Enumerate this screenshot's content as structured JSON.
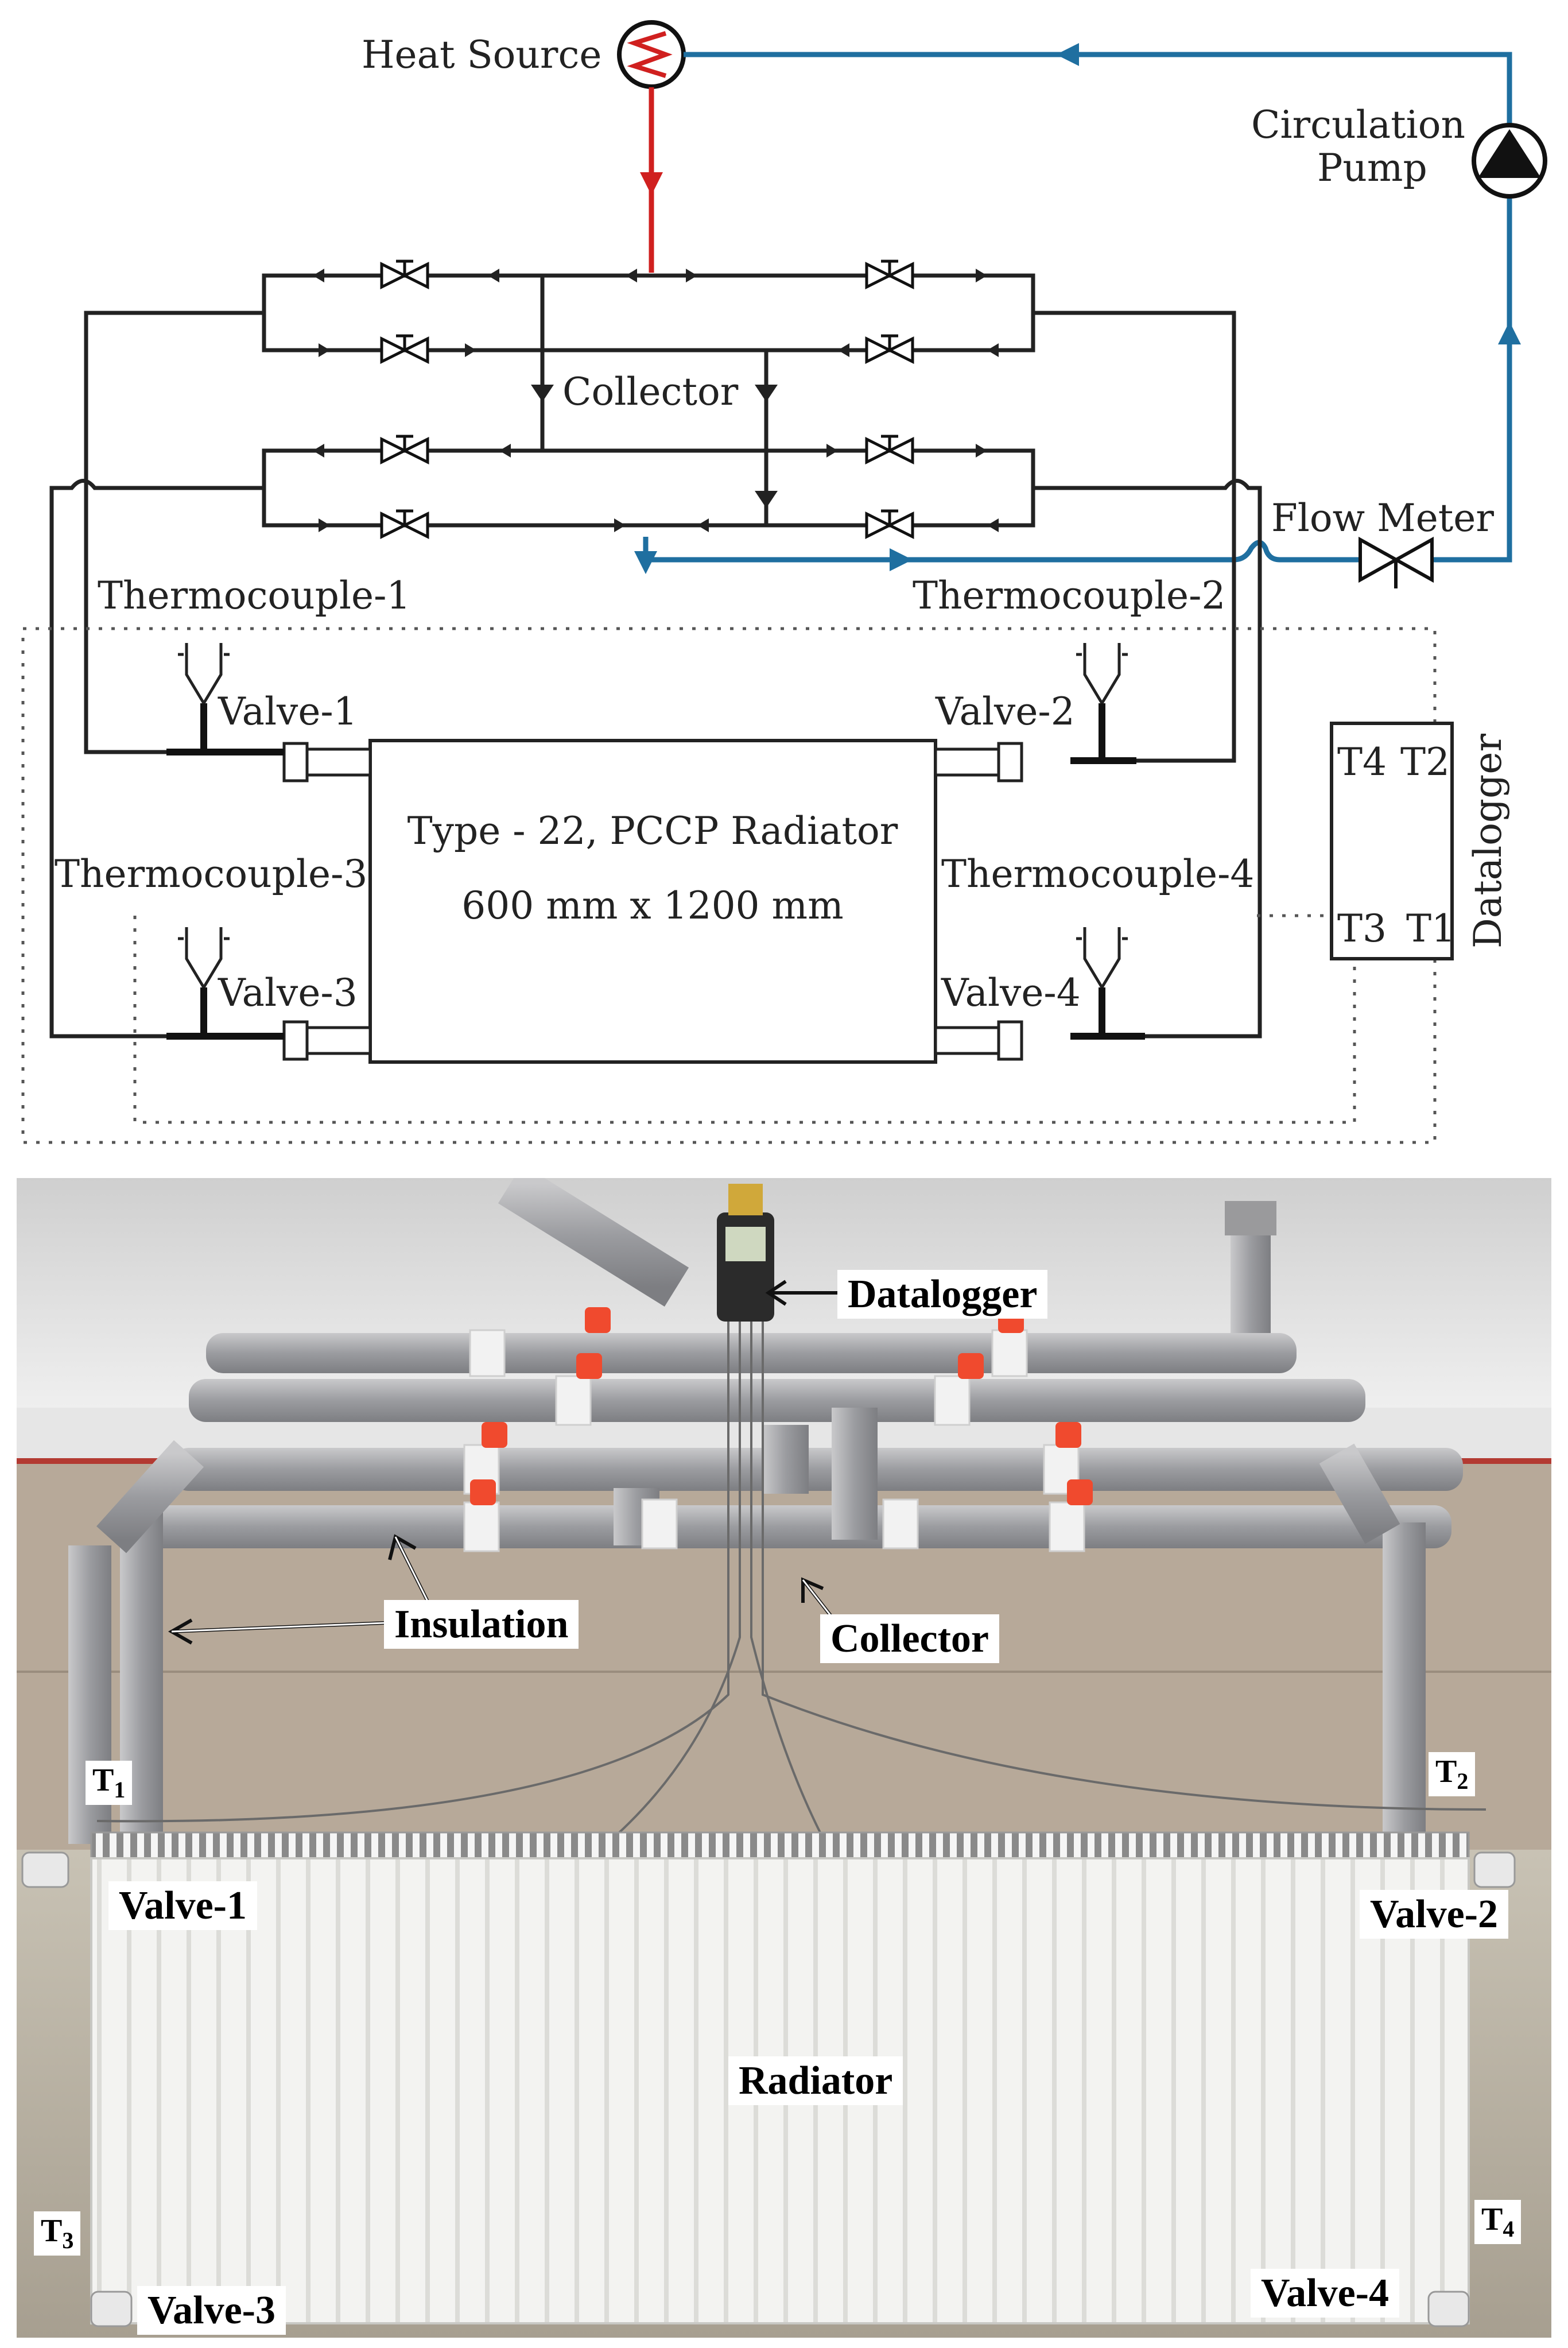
{
  "schematic": {
    "heat_source": "Heat Source",
    "pump_line1": "Circulation",
    "pump_line2": "Pump",
    "collector": "Collector",
    "flow_meter": "Flow Meter",
    "thermocouple_1": "Thermocouple-1",
    "thermocouple_2": "Thermocouple-2",
    "thermocouple_3": "Thermocouple-3",
    "thermocouple_4": "Thermocouple-4",
    "valve_1": "Valve-1",
    "valve_2": "Valve-2",
    "valve_3": "Valve-3",
    "valve_4": "Valve-4",
    "radiator_line1": "Type - 22, PCCP Radiator",
    "radiator_line2": "600 mm x 1200 mm",
    "datalogger": "Datalogger",
    "channels": {
      "t4": "T4",
      "t2": "T2",
      "t3": "T3",
      "t1": "T1"
    },
    "colors": {
      "supply": "#d0201f",
      "return": "#1f6fa0",
      "pipe": "#222222"
    }
  },
  "photo": {
    "datalogger": "Datalogger",
    "insulation": "Insulation",
    "collector": "Collector",
    "radiator": "Radiator",
    "valve_1": "Valve-1",
    "valve_2": "Valve-2",
    "valve_3": "Valve-3",
    "valve_4": "Valve-4",
    "t1": {
      "letter": "T",
      "index": "1"
    },
    "t2": {
      "letter": "T",
      "index": "2"
    },
    "t3": {
      "letter": "T",
      "index": "3"
    },
    "t4": {
      "letter": "T",
      "index": "4"
    }
  }
}
